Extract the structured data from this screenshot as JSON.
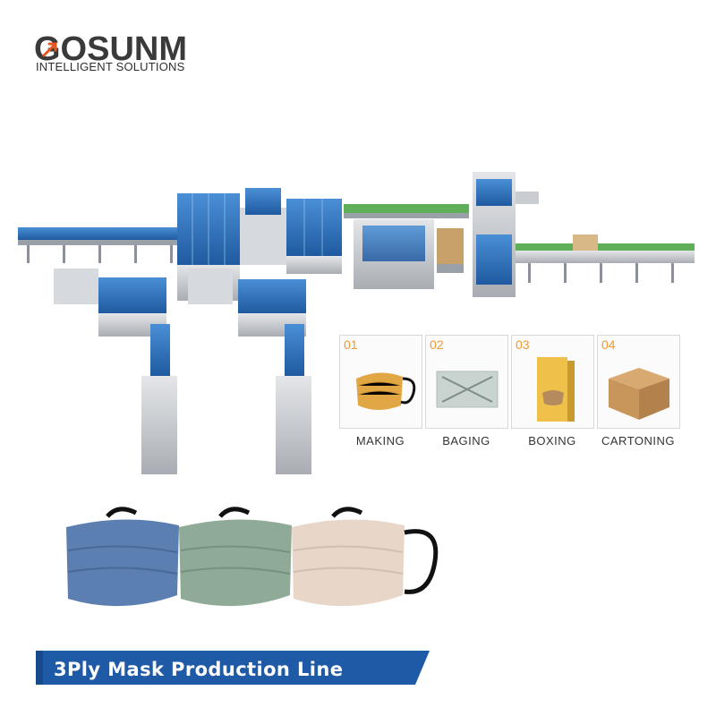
{
  "brand": {
    "name": "GOSUNM",
    "tagline": "INTELLIGENT SOLUTIONS",
    "arrow_color": "#e8561f",
    "text_color": "#3a3a3a"
  },
  "steps": [
    {
      "number": "01",
      "label": "MAKING",
      "icon": "mask-icon"
    },
    {
      "number": "02",
      "label": "BAGING",
      "icon": "bag-icon"
    },
    {
      "number": "03",
      "label": "BOXING",
      "icon": "box-icon"
    },
    {
      "number": "04",
      "label": "CARTONING",
      "icon": "carton-icon"
    }
  ],
  "colors": {
    "machine_blue": "#2f6fb7",
    "machine_frame": "#b8bcc2",
    "conveyor_green": "#5fae58",
    "step_number": "#f29a2e",
    "banner": "#1f5aa6"
  },
  "masks": [
    {
      "color": "#5b7fb0",
      "icon": "blue-mask-icon"
    },
    {
      "color": "#8fab98",
      "icon": "green-mask-icon"
    },
    {
      "color": "#e8d6c8",
      "icon": "beige-mask-icon"
    }
  ],
  "banner": {
    "title": "3Ply Mask Production Line"
  }
}
